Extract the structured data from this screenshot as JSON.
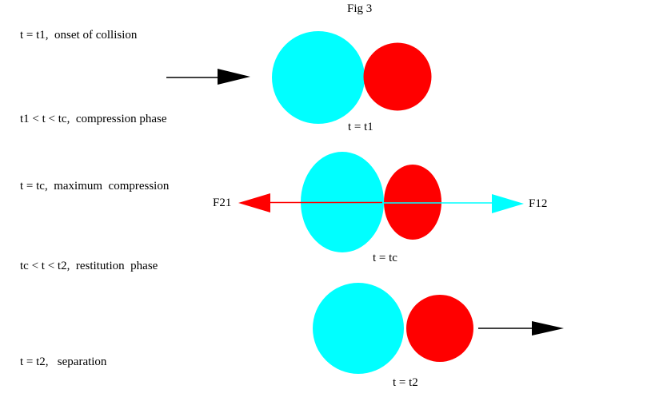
{
  "figure": {
    "title": "Fig 3",
    "colors": {
      "ball1": "#00ffff",
      "ball2": "#ff0000",
      "arrow": "#000000",
      "background": "#ffffff"
    },
    "phase_labels": [
      "t = t1,  onset of collision",
      "t1 < t < tc,  compression phase",
      "t = tc,  maximum  compression",
      "tc < t < t2,  restitution  phase",
      "t = t2,   separation"
    ],
    "captions": {
      "onset": "t = t1",
      "max_compression": "t = tc",
      "separation": "t = t2"
    },
    "forces": {
      "on_ball1": "F21",
      "on_ball2": "F12"
    }
  }
}
